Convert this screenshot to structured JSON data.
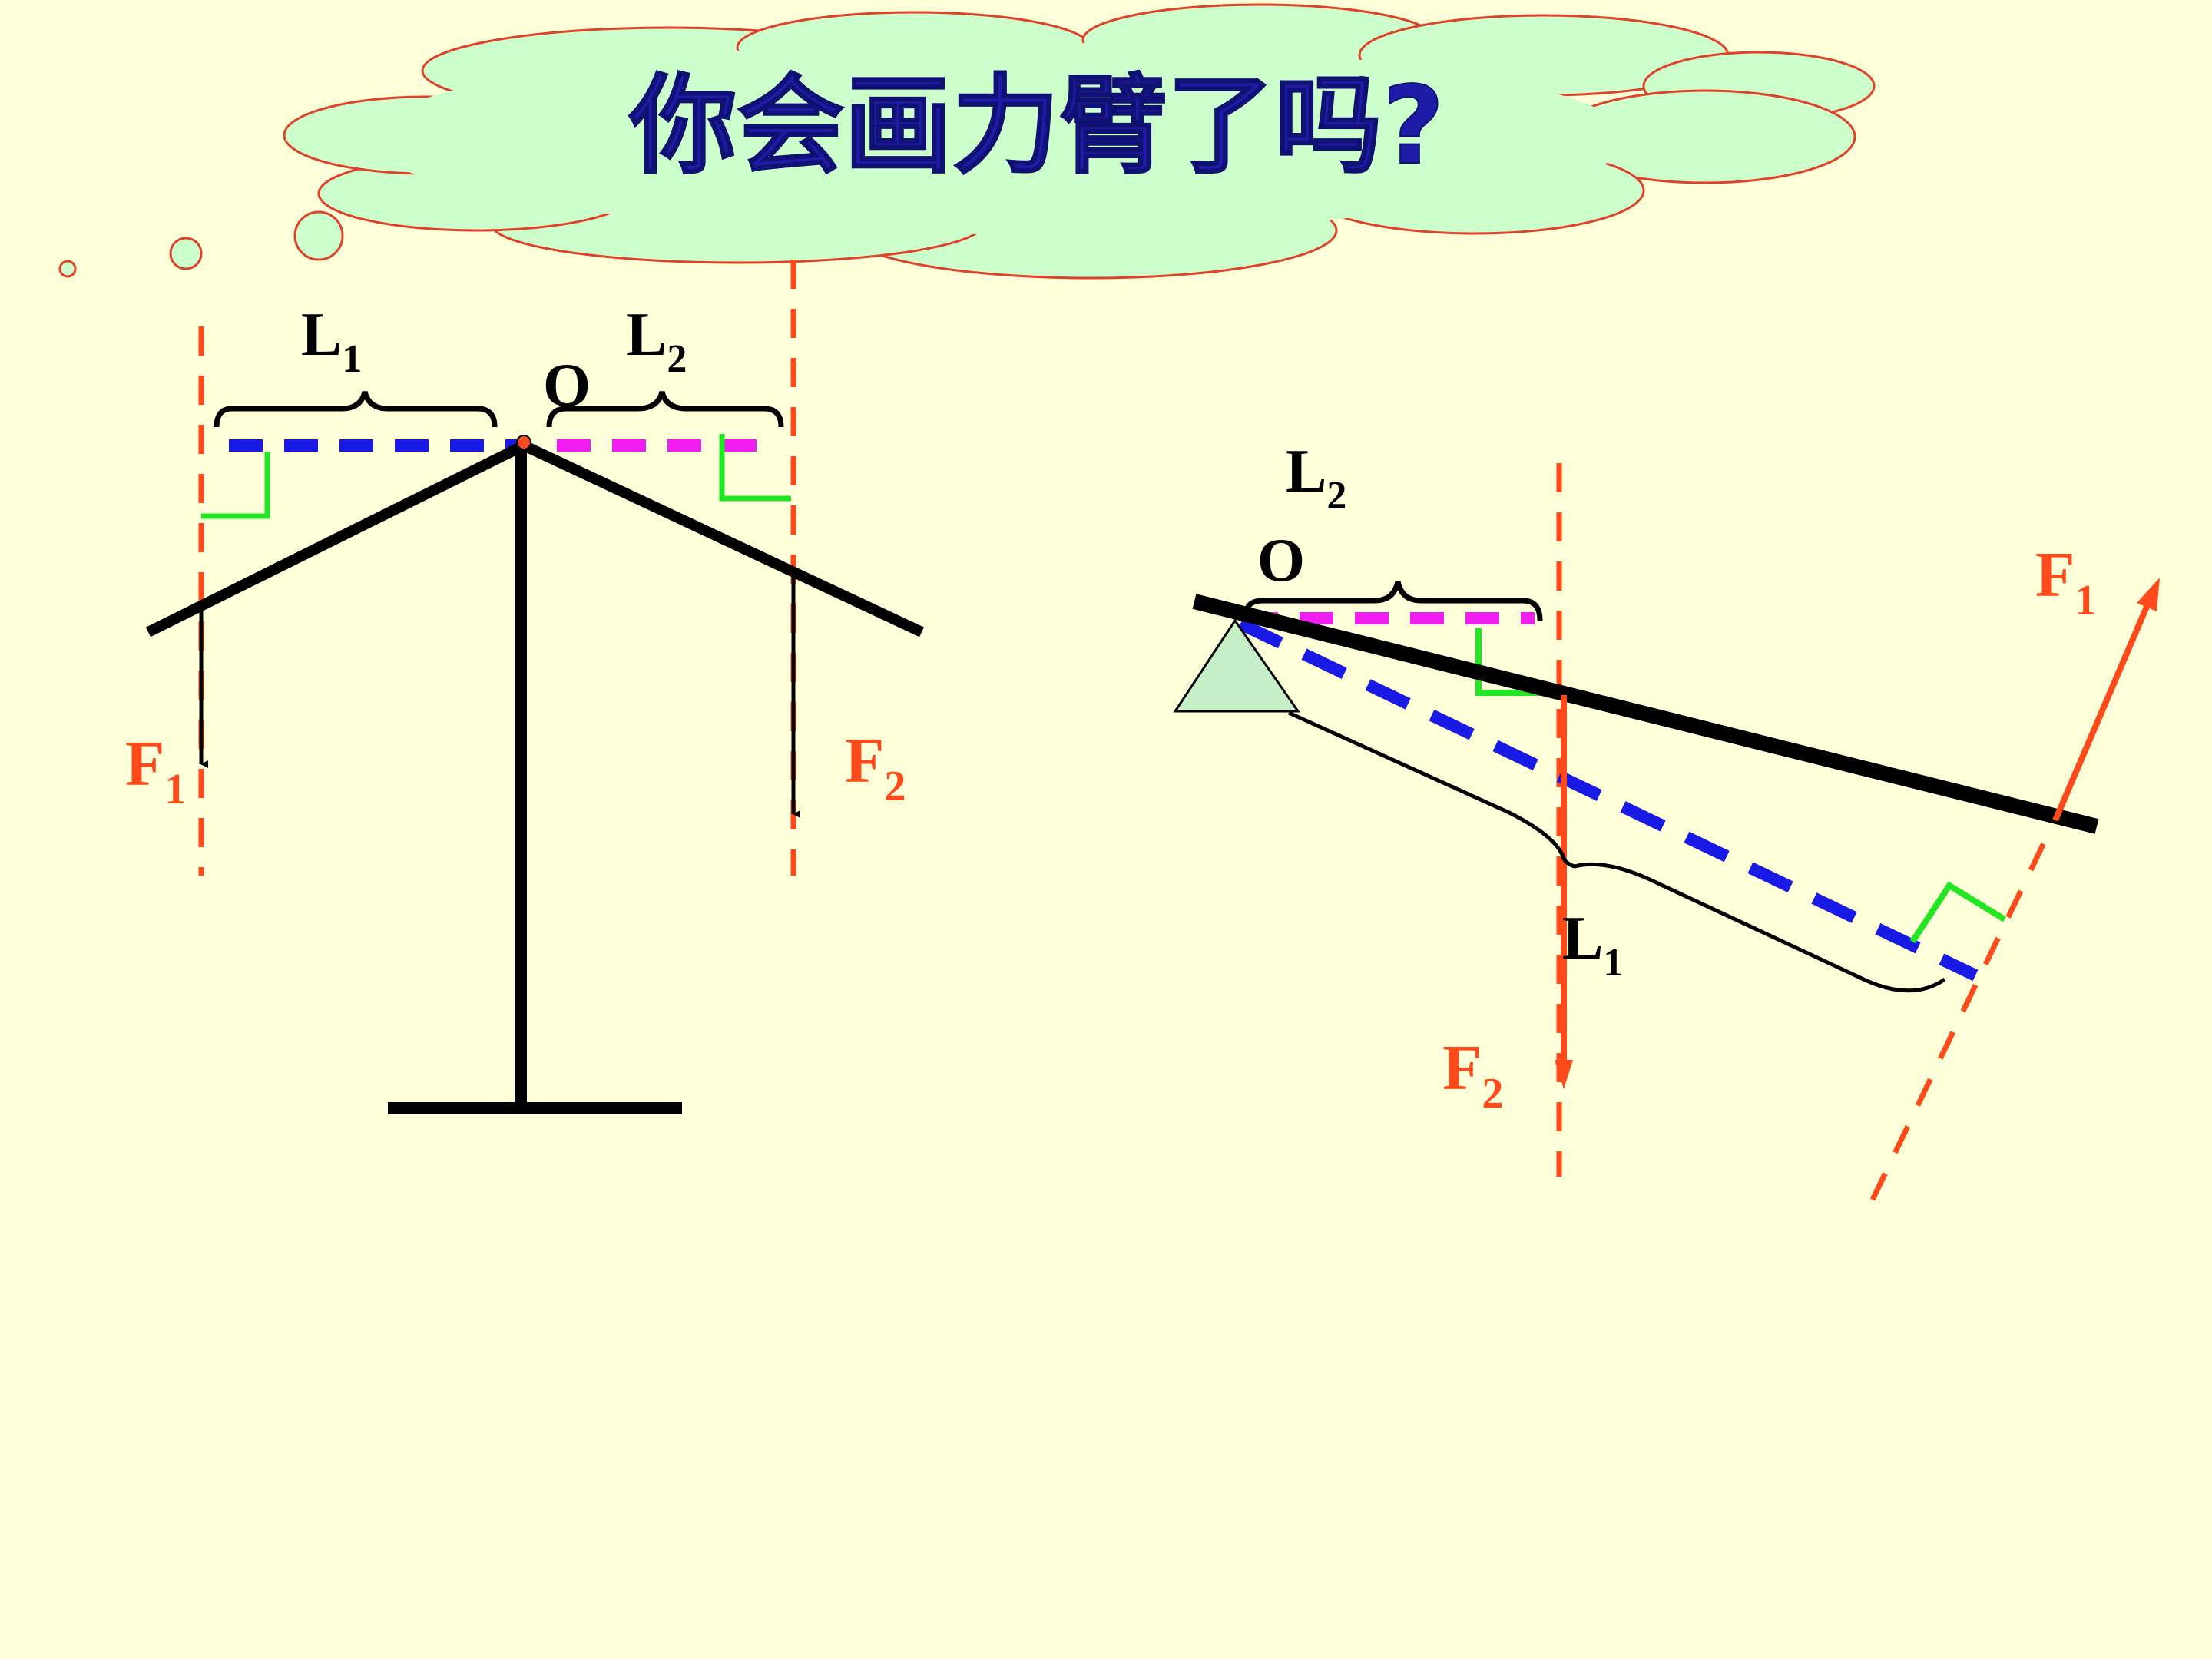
{
  "title": "你会画力臂了吗?",
  "colors": {
    "background": "#FFFFD9",
    "cloud_fill": "#CCFFCC",
    "cloud_stroke": "#E0412A",
    "title_color": "#1C1CA6",
    "force_red": "#FF4A1C",
    "arm_blue": "#1A1AE6",
    "arm_magenta": "#F01EF0",
    "right_angle_green": "#22E622",
    "lever_black": "#000000",
    "pivot_fill": "#C8F0C8"
  },
  "left_diagram": {
    "pivot_label": "O",
    "arm1_label": {
      "main": "L",
      "sub": "1"
    },
    "arm2_label": {
      "main": "L",
      "sub": "2"
    },
    "force1_label": {
      "main": "F",
      "sub": "1"
    },
    "force2_label": {
      "main": "F",
      "sub": "2"
    }
  },
  "right_diagram": {
    "pivot_label": "O",
    "arm1_label": {
      "main": "L",
      "sub": "1"
    },
    "arm2_label": {
      "main": "L",
      "sub": "2"
    },
    "force1_label": {
      "main": "F",
      "sub": "1"
    },
    "force2_label": {
      "main": "F",
      "sub": "2"
    }
  }
}
